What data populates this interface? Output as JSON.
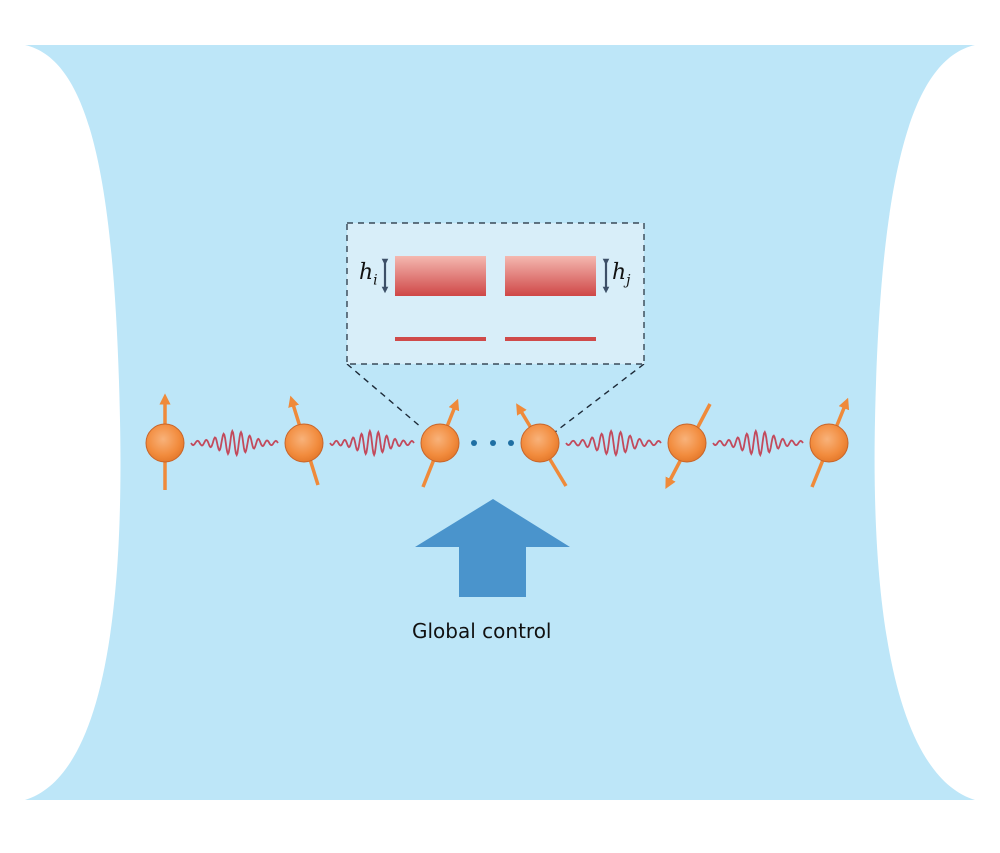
{
  "figure": {
    "caption": "Global control",
    "field_labels": {
      "left": {
        "base": "h",
        "sub": "i"
      },
      "right": {
        "base": "h",
        "sub": "j"
      }
    },
    "spins": [
      {
        "name": "spin-1",
        "direction": "up"
      },
      {
        "name": "spin-2",
        "direction": "tilted-up-left"
      },
      {
        "name": "spin-3",
        "direction": "tilted-up-right"
      },
      {
        "name": "spin-4",
        "direction": "tilted-up-left"
      },
      {
        "name": "spin-5",
        "direction": "tilted-down-left"
      },
      {
        "name": "spin-6",
        "direction": "tilted-up-right"
      }
    ],
    "ellipsis": "...",
    "colors": {
      "background_region": "#bde6f8",
      "inset_fill": "#d8eef9",
      "spin_sphere": "#f3944a",
      "spin_arrow": "#ef8a3a",
      "coupling_wave": "#c24a5c",
      "energy_level": "#cf4a4a",
      "control_arrow": "#4a94cc",
      "dots": "#1f6fa3"
    }
  }
}
